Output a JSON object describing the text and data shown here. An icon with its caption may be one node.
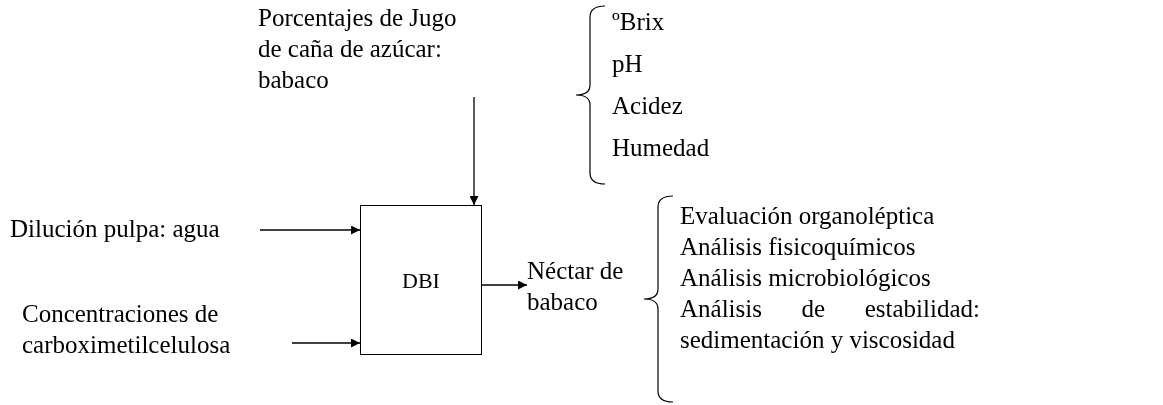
{
  "diagram": {
    "nodes": [
      {
        "text": [
          "Porcentajes de Jugo de caña de azúcar: babaco"
        ]
      },
      {
        "text": [
          "Dilución pulpa: agua"
        ]
      },
      {
        "text": [
          "Concentraciones de carboximetilcelulosa"
        ]
      },
      {
        "text": [
          "DBI"
        ]
      },
      {
        "text": [
          "Néctar de babaco"
        ]
      }
    ],
    "edges": [
      {
        "from": 0,
        "to": 3,
        "arrow": "to"
      },
      {
        "from": 1,
        "to": 3,
        "arrow": "to"
      },
      {
        "from": 2,
        "to": 3,
        "arrow": "to"
      },
      {
        "from": 3,
        "to": 4,
        "arrow": "to"
      }
    ],
    "labels": [
      "ºBrix",
      "pH",
      "Acidez",
      "Humedad",
      "Evaluación organoléptica",
      "Análisis fisicoquímicos",
      "Análisis microbiológicos",
      "Análisis de estabilidad: sedimentación y viscosidad"
    ]
  }
}
